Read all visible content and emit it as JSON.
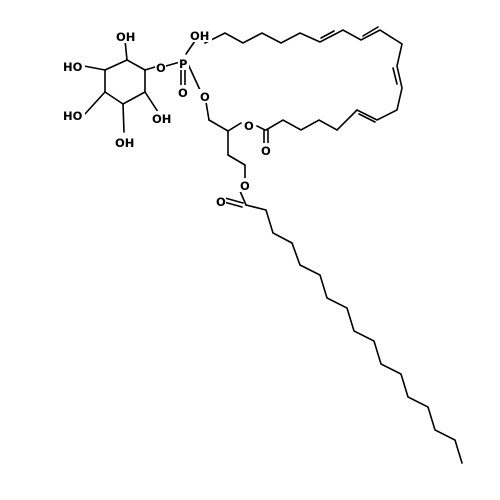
{
  "molecule": {
    "labels": {
      "hydroxyl": "OH",
      "hydroxyl_left": "HO",
      "oxygen": "O",
      "phosphorus": "P"
    },
    "atoms": {
      "p": "P",
      "p_oh": "OH",
      "p_o_double": "O",
      "o_inositol": "O",
      "o_glycerol": "O",
      "o_ester_sn2": "O",
      "o_carbonyl_sn2": "O",
      "o_ester_sn1": "O",
      "o_carbonyl_sn1": "O",
      "inositol_oh_1": "OH",
      "inositol_oh_2": "HO",
      "inositol_oh_3": "HO",
      "inositol_oh_4": "OH",
      "inositol_oh_5": "OH"
    }
  }
}
